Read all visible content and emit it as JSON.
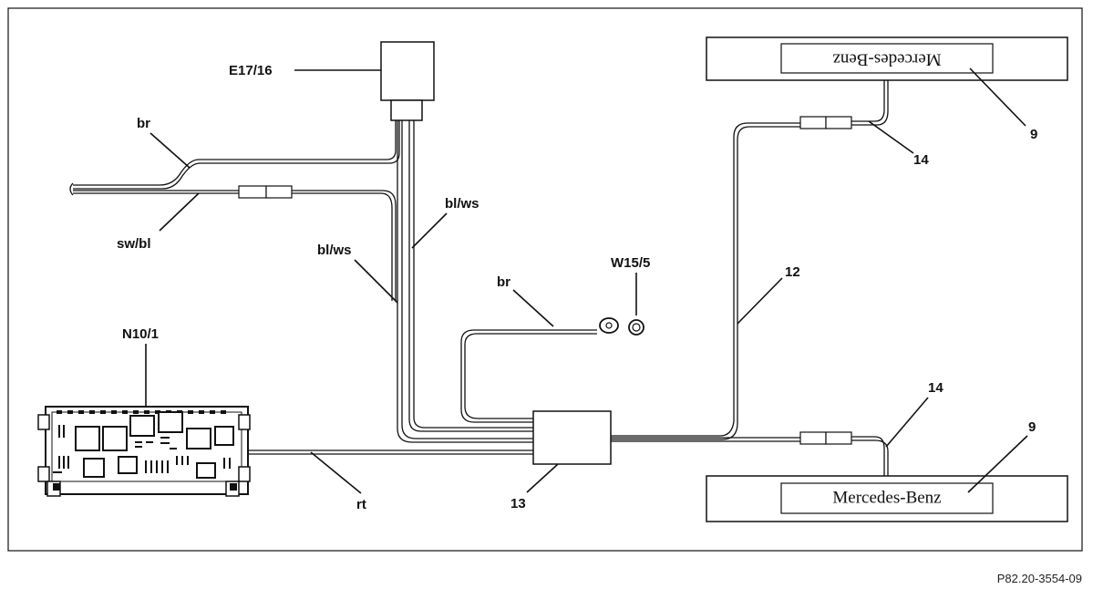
{
  "labels": {
    "e17_16": "E17/16",
    "br_top": "br",
    "sw_bl": "sw/bl",
    "bl_ws_left": "bl/ws",
    "bl_ws_right": "bl/ws",
    "br_mid": "br",
    "w15_5": "W15/5",
    "n10_1": "N10/1",
    "rt": "rt",
    "num_13": "13",
    "num_12": "12",
    "num_14_top": "14",
    "num_14_bottom": "14",
    "num_9_top": "9",
    "num_9_bottom": "9"
  },
  "plates": {
    "top_text": "Mercedes-Benz",
    "bottom_text": "Mercedes-Benz"
  },
  "reference": "P82.20-3554-09"
}
